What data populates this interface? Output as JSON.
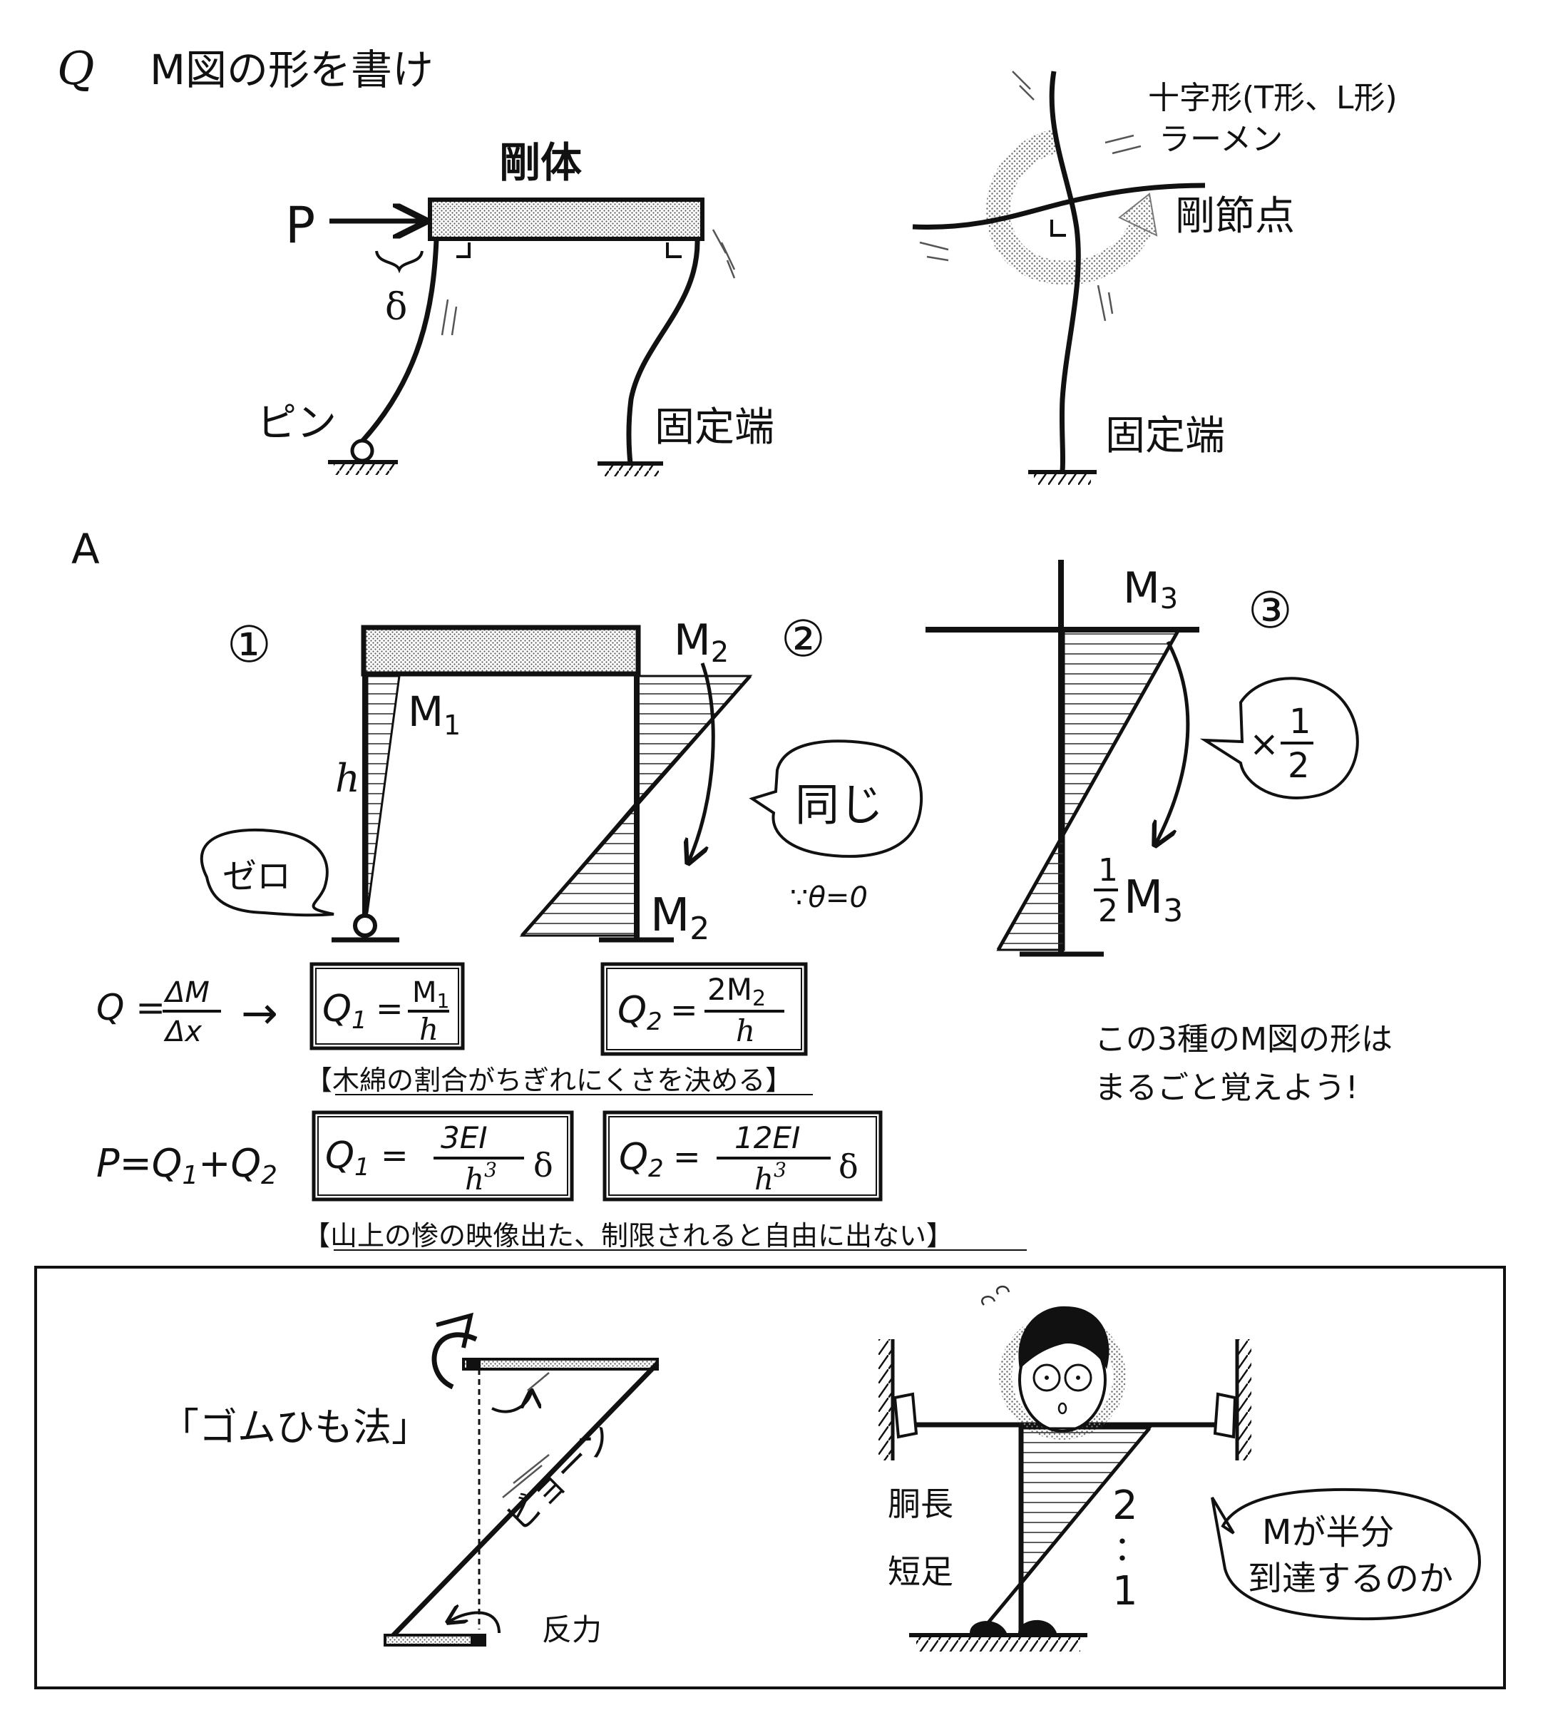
{
  "question": {
    "marker": "Q",
    "prompt": "M図の形を書け",
    "frame": {
      "load_label": "P",
      "beam_label": "剛体",
      "drift_label": "δ",
      "pin_label": "ピン",
      "fixed_label": "固定端"
    },
    "cross": {
      "title_line1": "十字形(T形、L形)",
      "title_line2": "ラーメン",
      "joint_label": "剛節点",
      "fixed_label": "固定端"
    }
  },
  "answer": {
    "marker": "A",
    "case1": {
      "number": "①",
      "moment_label": "M",
      "moment_sub": "1",
      "height_label": "h",
      "zero_bubble": "ゼロ"
    },
    "case2": {
      "number": "②",
      "top_label": "M",
      "top_sub": "2",
      "bottom_label": "M",
      "bottom_sub": "2",
      "same_bubble": "同じ",
      "reason": "∵θ=0"
    },
    "case3": {
      "number": "③",
      "top_label": "M",
      "top_sub": "3",
      "half_bubble_x": "×",
      "half_num": "1",
      "half_den": "2",
      "bottom_num": "1",
      "bottom_den": "2",
      "bottom_label": "M",
      "bottom_sub": "3"
    },
    "shear_formula": {
      "lhs": "Q =",
      "num": "ΔM",
      "den": "Δx",
      "arrow": "→"
    },
    "box_q1": {
      "lhs": "Q",
      "sub": "1",
      "eq": "=",
      "num_main": "M",
      "num_sub": "1",
      "den": "h"
    },
    "box_q2": {
      "lhs": "Q",
      "sub": "2",
      "eq": "=",
      "num": "2M",
      "num_sub": "2",
      "den": "h"
    },
    "mnemonic1": "【木綿の割合がちぎれにくさを決める】",
    "force_sum": {
      "lhs": "P=Q",
      "s1": "1",
      "plus": "+Q",
      "s2": "2"
    },
    "box_q1_stiff": {
      "lhs": "Q",
      "sub": "1",
      "eq": "=",
      "num": "3EI",
      "den": "h",
      "den_sup": "3",
      "tail": "δ"
    },
    "box_q2_stiff": {
      "lhs": "Q",
      "sub": "2",
      "eq": "=",
      "num": "12EI",
      "den": "h",
      "den_sup": "3",
      "tail": "δ"
    },
    "mnemonic2": "【山上の惨の映像出た、制限されると自由に出ない】",
    "memo_line1": "この3種のM図の形は",
    "memo_line2": "まるごと覚えよう!"
  },
  "panel": {
    "method_label": "「ゴムひも法」",
    "stretch_label": "ビョーン",
    "reaction_label": "反力",
    "torso_label": "胴長",
    "legs_label": "短足",
    "ratio_top": "2",
    "ratio_sep": "：",
    "ratio_bottom": "1",
    "bubble_line1": "Mが半分",
    "bubble_line2": "到達するのか"
  }
}
